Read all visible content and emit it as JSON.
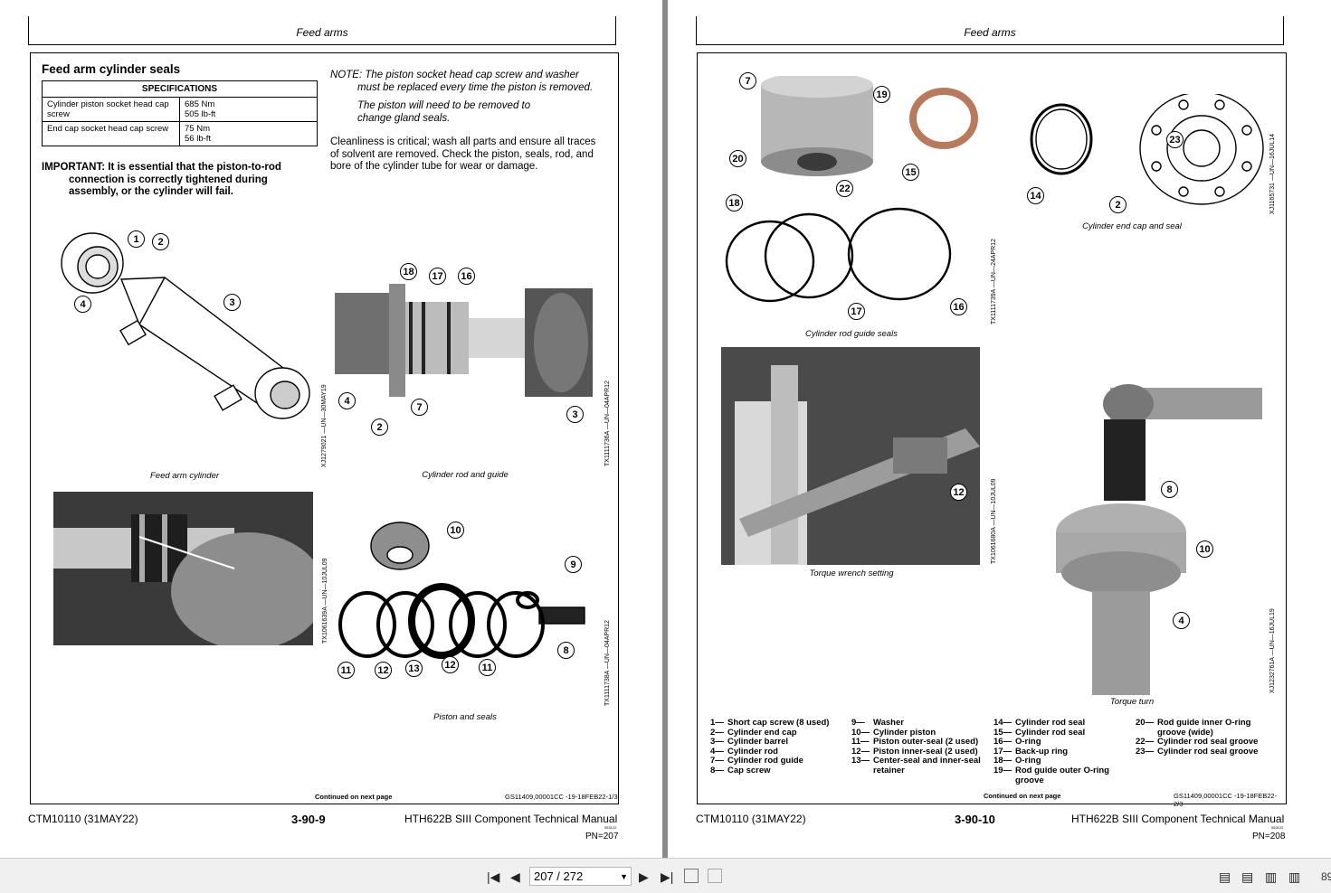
{
  "left_page": {
    "header": "Feed arms",
    "title": "Feed arm cylinder seals",
    "spec_header": "SPECIFICATIONS",
    "specs": [
      {
        "item": "Cylinder piston socket head cap screw",
        "value1": "685 Nm",
        "value2": "505 lb-ft"
      },
      {
        "item": "End cap socket head cap screw",
        "value1": "75 Nm",
        "value2": "56 lb-ft"
      }
    ],
    "important_1": "IMPORTANT: It is essential that the piston-to-rod",
    "important_2": "connection is correctly tightened during",
    "important_3": "assembly, or the cylinder will fail.",
    "note_1": "NOTE: The piston socket head cap screw and washer",
    "note_2": "must be replaced every time the piston is removed.",
    "note_3": "The piston will need to be removed to",
    "note_4": "change gland seals.",
    "para_1": "Cleanliness is critical; wash all parts and ensure all traces",
    "para_2": "of solvent are removed. Check the piston, seals, rod, and",
    "para_3": "bore of the cylinder tube for wear or damage.",
    "figures": {
      "feed_arm_cylinder": {
        "caption": "Feed arm cylinder",
        "code": "XJ1279021 —UN—30MAY19",
        "callouts": [
          "1",
          "2",
          "3",
          "4"
        ]
      },
      "cylinder_rod_guide": {
        "caption": "Cylinder rod and guide",
        "code": "TX1111736A —UN—04APR12",
        "callouts": [
          "18",
          "17",
          "16",
          "4",
          "2",
          "7",
          "3"
        ]
      },
      "photo": {
        "code": "TX1061639A —UN—10JUL09"
      },
      "piston_seals": {
        "caption": "Piston and seals",
        "code": "TX1111738A —UN—04APR12",
        "callouts": [
          "10",
          "9",
          "8",
          "11",
          "12",
          "13",
          "12",
          "11"
        ]
      }
    },
    "continued": "Continued on next page",
    "gs_ref": "GS11409,00001CC -19-18FEB22-1/3",
    "footer_left": "CTM10110 (31MAY22)",
    "footer_center": "3-90-9",
    "footer_right": "HTH622B SIII Component Technical Manual",
    "footer_tiny": "053122",
    "pn": "PN=207"
  },
  "right_page": {
    "header": "Feed arms",
    "figures": {
      "piston": {
        "callouts": [
          "7",
          "19",
          "20",
          "22",
          "15"
        ]
      },
      "end_cap": {
        "caption": "Cylinder end cap and seal",
        "code": "XJ1165731 —UN—16JUL14",
        "callouts": [
          "14",
          "23",
          "2"
        ]
      },
      "rod_guide_seals": {
        "caption": "Cylinder rod guide seals",
        "code": "TX1111739A —UN—24APR12",
        "callouts": [
          "18",
          "17",
          "16"
        ]
      },
      "torque_wrench": {
        "caption": "Torque wrench setting",
        "code": "TX1061680A —UN—10JUL09",
        "callouts": [
          "12"
        ]
      },
      "torque_turn": {
        "caption": "Torque turn",
        "code": "XJ1232761A —UN—16JUL19",
        "callouts": [
          "8",
          "10",
          "4"
        ]
      }
    },
    "legend_cols": [
      [
        {
          "k": "1—",
          "v": "Short cap screw (8 used)"
        },
        {
          "k": "2—",
          "v": "Cylinder end cap"
        },
        {
          "k": "3—",
          "v": "Cylinder barrel"
        },
        {
          "k": "4—",
          "v": "Cylinder rod"
        },
        {
          "k": "7—",
          "v": "Cylinder rod guide"
        },
        {
          "k": "8—",
          "v": "Cap screw"
        }
      ],
      [
        {
          "k": "9—",
          "v": "Washer"
        },
        {
          "k": "10—",
          "v": "Cylinder piston"
        },
        {
          "k": "11—",
          "v": "Piston outer-seal (2 used)"
        },
        {
          "k": "12—",
          "v": "Piston inner-seal (2 used)"
        },
        {
          "k": "13—",
          "v": "Center-seal and inner-seal"
        },
        {
          "k": "",
          "v": "retainer"
        }
      ],
      [
        {
          "k": "14—",
          "v": "Cylinder rod seal"
        },
        {
          "k": "15—",
          "v": "Cylinder rod seal"
        },
        {
          "k": "16—",
          "v": "O-ring"
        },
        {
          "k": "17—",
          "v": "Back-up ring"
        },
        {
          "k": "18—",
          "v": "O-ring"
        },
        {
          "k": "19—",
          "v": "Rod guide outer O-ring"
        },
        {
          "k": "",
          "v": "groove"
        }
      ],
      [
        {
          "k": "20—",
          "v": "Rod guide inner O-ring"
        },
        {
          "k": "",
          "v": "groove (wide)"
        },
        {
          "k": "22—",
          "v": "Cylinder rod seal groove"
        },
        {
          "k": "23—",
          "v": "Cylinder rod seal groove"
        }
      ]
    ],
    "continued": "Continued on next page",
    "gs_ref": "GS11409,00001CC -19-18FEB22-2/3",
    "footer_left": "CTM10110 (31MAY22)",
    "footer_center": "3-90-10",
    "footer_right": "HTH622B SIII Component Technical Manual",
    "footer_tiny": "053122",
    "pn": "PN=208"
  },
  "toolbar": {
    "page_value": "207 / 272",
    "zoom": "89",
    "icons": [
      "first-page-icon",
      "prev-page-icon",
      "next-page-icon",
      "last-page-icon",
      "back-view-icon",
      "forward-view-icon",
      "single-page-icon",
      "continuous-icon",
      "facing-icon",
      "continuous-facing-icon"
    ]
  }
}
